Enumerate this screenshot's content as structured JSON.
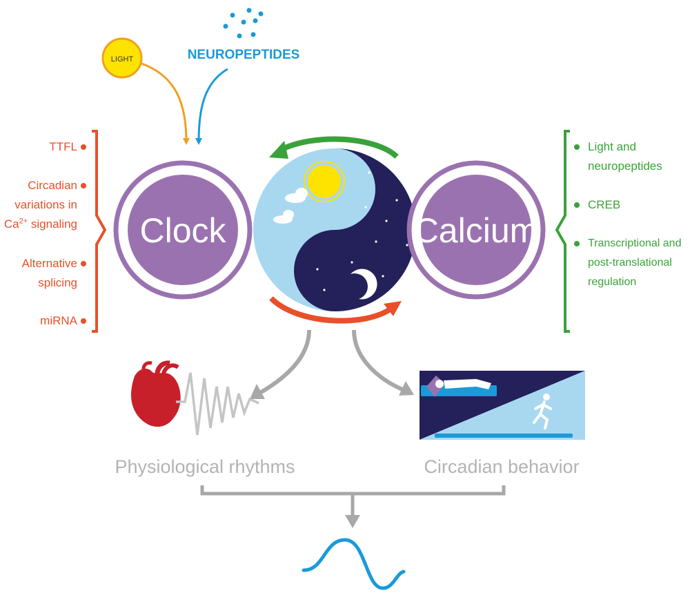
{
  "inputs": {
    "light": "LIGHT",
    "neuropeptides": "NEUROPEPTIDES"
  },
  "nodes": {
    "clock": "Clock",
    "calcium": "Calcium"
  },
  "clock_factors": {
    "ttfl": "TTFL",
    "circadian_ca_line1": "Circadian",
    "circadian_ca_line2": "variations in",
    "circadian_ca_line3_base": "Ca",
    "circadian_ca_line3_sup": "2+",
    "circadian_ca_line3_rest": " signaling",
    "splicing_line1": "Alternative",
    "splicing_line2": "splicing",
    "mirna": "miRNA"
  },
  "calcium_factors": {
    "light_line1": "Light and",
    "light_line2": "neuropeptides",
    "creb": "CREB",
    "reg_line1": "Transcriptional and",
    "reg_line2": "post-translational",
    "reg_line3": "regulation"
  },
  "outputs": {
    "physiological": "Physiological rhythms",
    "behavior": "Circadian behavior"
  },
  "colors": {
    "purple": "#9b72b0",
    "light_orange": "#f0a020",
    "neuro_blue": "#1a9ad8",
    "red_orange": "#e8502a",
    "green": "#3aa23a",
    "night": "#23205a",
    "day": "#a8d8f0",
    "gray": "#a8a8a8",
    "heart": "#c8202a"
  }
}
